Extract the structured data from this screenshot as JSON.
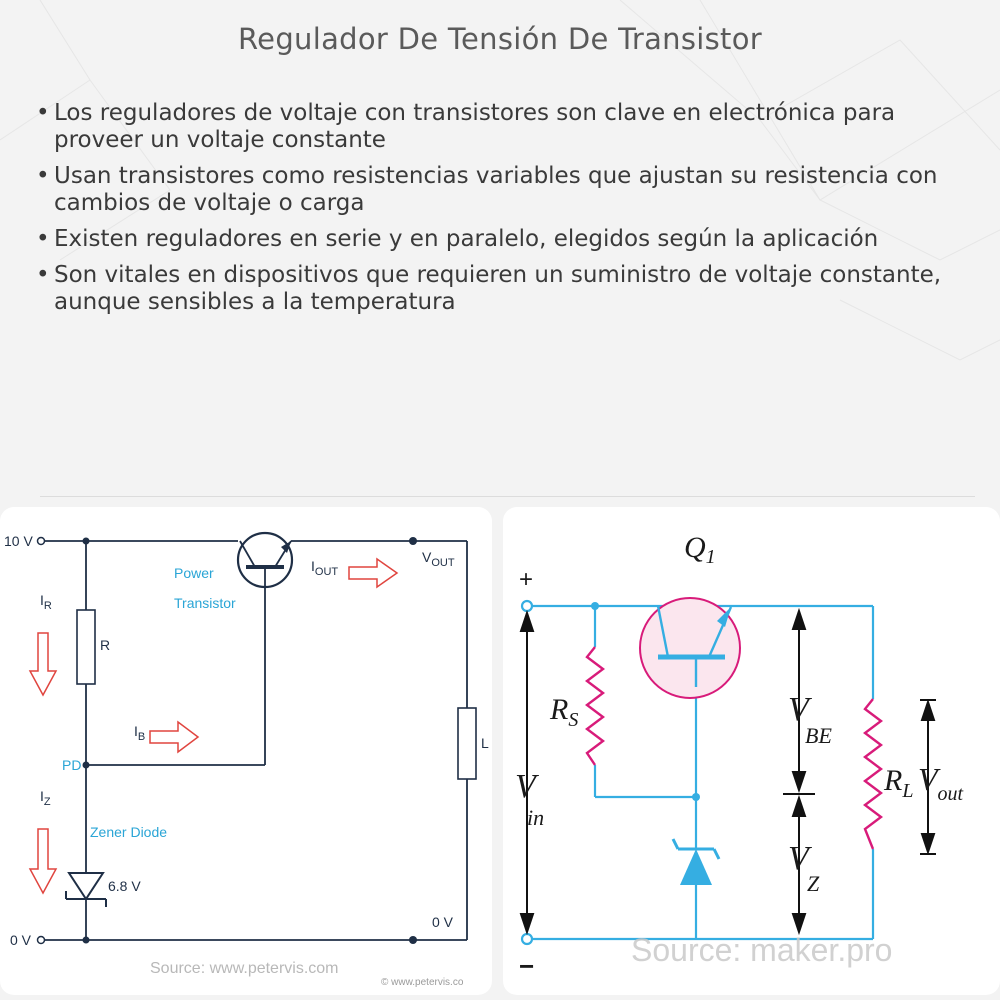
{
  "title": "Regulador De Tensión De Transistor",
  "bullets": [
    "Los reguladores de voltaje con transistores son clave en electrónica para proveer un voltaje constante",
    "Usan transistores como resistencias variables que ajustan su resistencia con cambios de voltaje o carga",
    "Existen reguladores en serie y en paralelo, elegidos según la aplicación",
    "Son vitales en dispositivos que requieren un suministro de voltaje constante, aunque sensibles a la temperatura"
  ],
  "bullet_marker": "•",
  "left_diagram": {
    "input_voltage": "10 V",
    "ground_voltage": "0 V",
    "output_zero": "0 V",
    "transistor_label_1": "Power",
    "transistor_label_2": "Transistor",
    "resistor_label": "R",
    "load_label": "L",
    "pd_label": "PD",
    "zener_label": "Zener Diode",
    "zener_voltage": "6.8 V",
    "i_r": {
      "main": "I",
      "sub": "R"
    },
    "i_b": {
      "main": "I",
      "sub": "B"
    },
    "i_z": {
      "main": "I",
      "sub": "Z"
    },
    "i_out": {
      "main": "I",
      "sub": "OUT"
    },
    "v_out": {
      "main": "V",
      "sub": "OUT"
    },
    "source": "Source: www.petervis.com",
    "watermark": "© www.petervis.co",
    "colors": {
      "wire": "#1f2f46",
      "arrow": "#e0453f",
      "label_blue": "#2aa5d6"
    }
  },
  "right_diagram": {
    "q1": {
      "main": "Q",
      "sub": "1"
    },
    "plus": "+",
    "minus": "−",
    "rs": {
      "main": "R",
      "sub": "S"
    },
    "vin": {
      "main": "V",
      "sub": "in"
    },
    "vbe": {
      "main": "V",
      "sub": "BE"
    },
    "vz": {
      "main": "V",
      "sub": "Z"
    },
    "rl": {
      "main": "R",
      "sub": "L"
    },
    "vout": {
      "main": "V",
      "sub": "out"
    },
    "source": "Source: maker.pro",
    "colors": {
      "wire": "#35aee2",
      "resistor": "#d81b7a",
      "circle_fill": "#fbe6ee",
      "circle_stroke": "#d81b7a",
      "text": "#1a1a1a"
    }
  }
}
